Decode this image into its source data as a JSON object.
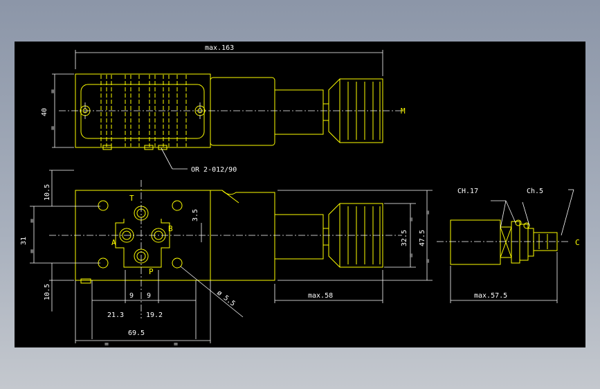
{
  "dimensions": {
    "top_length": "max.163",
    "top_height": "40",
    "o_ring": "OR 2-012/90",
    "front_top_offset": "10.5",
    "front_bottom_offset": "10.5",
    "front_height": "31",
    "port_gap": "3.5",
    "port_centerline": "32.5",
    "overall_height": "47.5",
    "spacing_a": "9",
    "spacing_b": "9",
    "offset_left": "21.3",
    "offset_right": "19.2",
    "body_width": "69.5",
    "hole_diameter": "ø 5.5",
    "knob_length": "max.58",
    "side_length": "max.57.5",
    "wrench_1": "CH.17",
    "wrench_2": "Ch.5",
    "equal_mark": "="
  },
  "labels": {
    "M": "M",
    "C": "C",
    "T": "T",
    "A": "A",
    "B": "B",
    "P": "P"
  },
  "colors": {
    "outline": "#ffff00",
    "dimension": "#ffffff",
    "background": "#000000"
  }
}
